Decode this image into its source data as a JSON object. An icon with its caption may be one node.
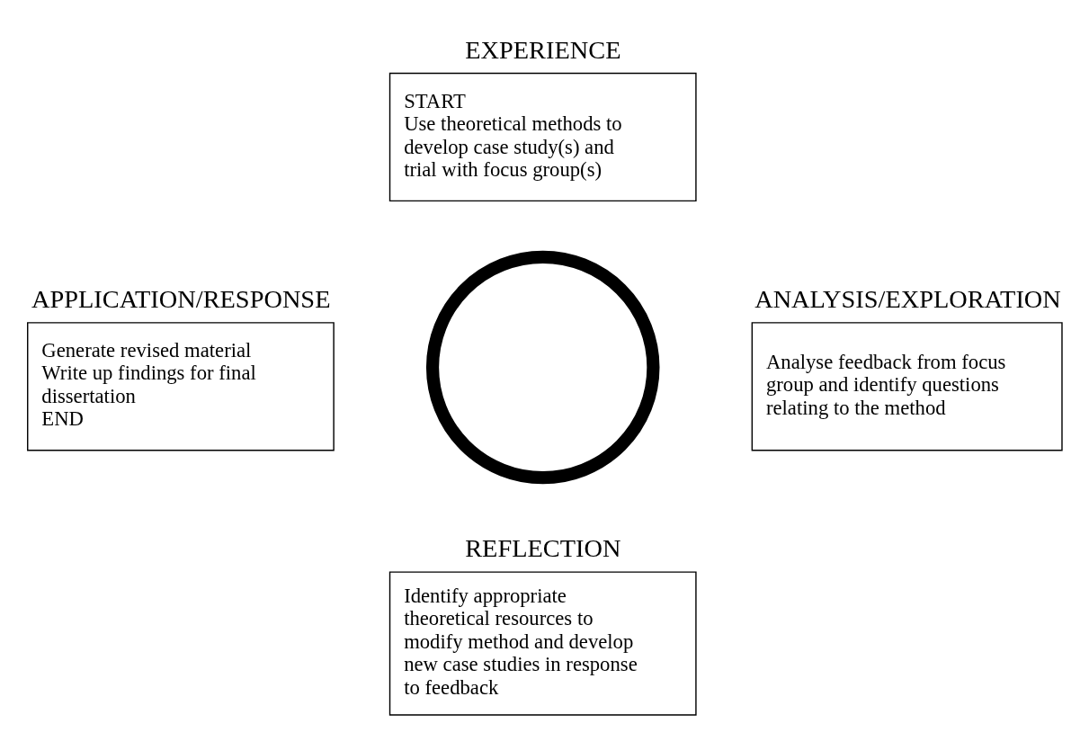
{
  "diagram": {
    "nodes": [
      {
        "text": [
          "EXPERIENCE",
          "START",
          "Use theoretical methods to develop case study(s) and trial with focus group(s)"
        ]
      },
      {
        "text": [
          "APPLICATION/RESPONSE",
          "Generate revised material",
          "Write up findings for final dissertation",
          "END"
        ]
      },
      {
        "text": [],
        "shape": "circle"
      },
      {
        "text": [
          "ANALYSIS/EXPLORATION",
          "Analyse feedback from focus group and identify questions relating to the method"
        ]
      },
      {
        "text": [
          "REFLECTION",
          "Identify appropriate theoretical resources to modify method and develop new case studies in response to feedback"
        ]
      }
    ],
    "edges": []
  }
}
